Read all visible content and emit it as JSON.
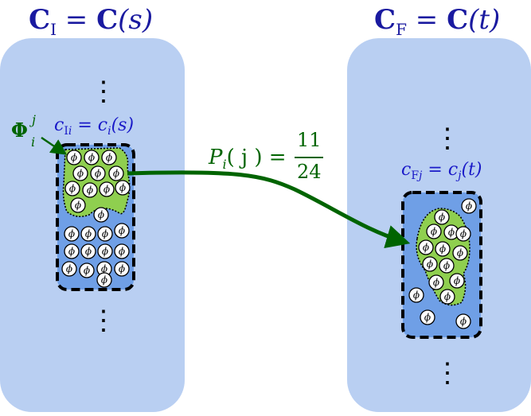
{
  "left_title": {
    "bold": "C",
    "sub": "I",
    "eq": " = ",
    "bold2": "C",
    "arg": "(s)"
  },
  "right_title": {
    "bold": "C",
    "sub": "F",
    "eq": " = ",
    "bold2": "C",
    "arg": "(t)"
  },
  "left_cell_label": {
    "c": "c",
    "sub": "I",
    "subi": "i",
    "eq": " = ",
    "ci": "c",
    "cisub": "i",
    "arg": "(s)"
  },
  "right_cell_label": {
    "c": "c",
    "sub": "F",
    "subj": "j",
    "eq": " = ",
    "cj": "c",
    "cjsub": "j",
    "arg": "(t)"
  },
  "phi_label": {
    "base": "Φ",
    "sup": "j",
    "sub": "i"
  },
  "prob_label": {
    "lhs": "P",
    "lhs_sub": "i",
    "arg": "( j ) = ",
    "num": "11",
    "den": "24"
  },
  "particle_glyph": "ϕ",
  "ellipsis": "⋮",
  "colors": {
    "panel": "#b9cff2",
    "cell": "#6f9fe6",
    "blob": "#8fcf4f",
    "arrow": "#006400",
    "title": "#1a1aa0",
    "label": "#1a1ac8"
  }
}
